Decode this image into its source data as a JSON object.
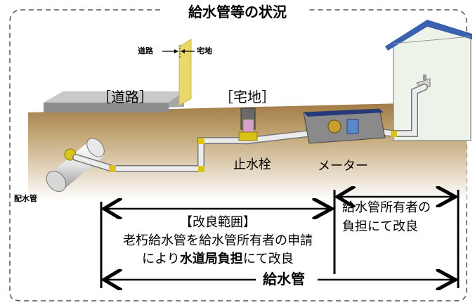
{
  "title": "給水管等の状況",
  "labels": {
    "road_side": "道路",
    "lot_side": "宅地",
    "road": "［道路］",
    "lot": "［宅地］",
    "stop_valve": "止水栓",
    "meter": "メーター",
    "main_pipe": "配水管",
    "owner_scope_line1": "給水管所有者の",
    "owner_scope_line2": "負担にて改良",
    "scope_title": "【改良範囲】",
    "scope_line1": "老朽給水管を給水管所有者の申請",
    "scope_line2_pre": "により",
    "scope_line2_bold": "水道局負担",
    "scope_line2_post": "にて改良",
    "service_pipe": "給水管"
  },
  "colors": {
    "soil": "#b08c58",
    "road_surface": "#9a9a9a",
    "pipe": "#ececec",
    "fitting": "#d9c21a",
    "meter_box": "#263a7a",
    "roof": "#3a60b0"
  }
}
